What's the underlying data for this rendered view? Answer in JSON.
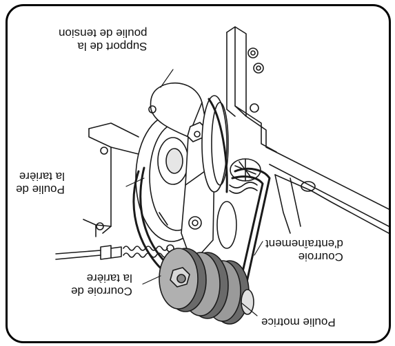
{
  "labels": {
    "tensioner_support": "Support de la\npoulie de tension",
    "auger_pulley": "Poulie de\nla tarière",
    "auger_belt": "Courroie de\nla tarière",
    "drive_belt": "Courroie\nd'entraînement",
    "drive_pulley": "Poulie motrice"
  },
  "colors": {
    "line": "#1a1a1a",
    "pulley_face": "#9a9a9a",
    "pulley_dark": "#5f5f5f"
  }
}
